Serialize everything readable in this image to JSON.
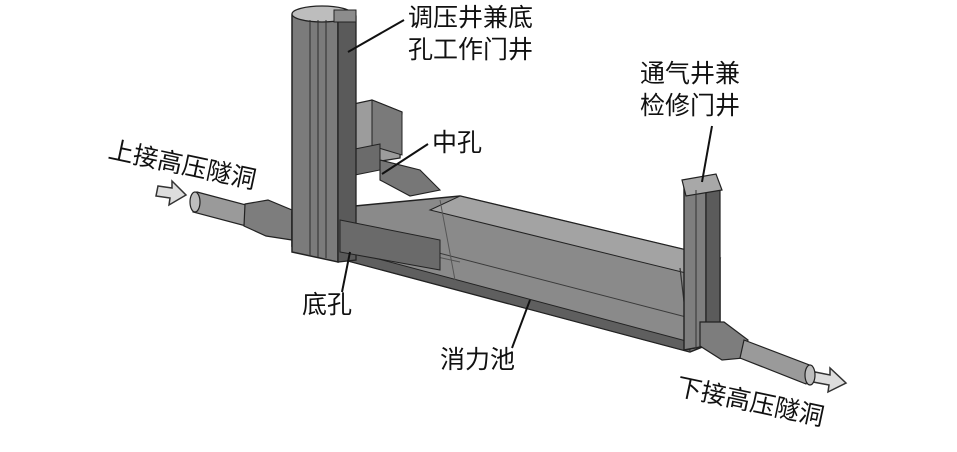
{
  "labels": {
    "surge_shaft_line1": "调压井兼底",
    "surge_shaft_line2": "孔工作门井",
    "vent_shaft_line1": "通气井兼",
    "vent_shaft_line2": "检修门井",
    "middle_orifice": "中孔",
    "upper_tunnel": "上接高压隧洞",
    "bottom_orifice": "底孔",
    "stilling_basin": "消力池",
    "lower_tunnel": "下接高压隧洞"
  },
  "colors": {
    "structure_fill": "#8a8a8a",
    "structure_dark": "#4a4a4a",
    "structure_light": "#c4c4c4",
    "edge": "#1e1e1e",
    "arrow_fill": "#dddddd"
  }
}
